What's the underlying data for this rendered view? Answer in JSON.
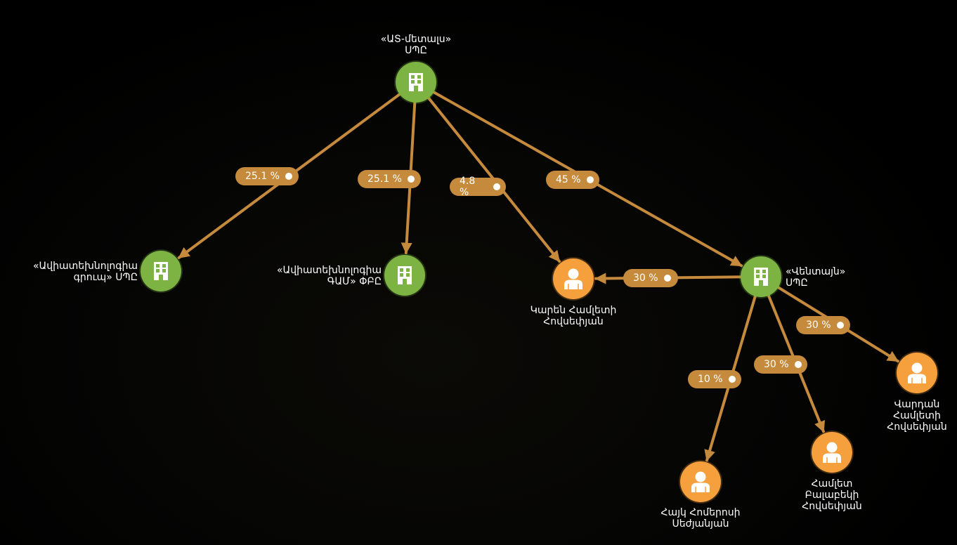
{
  "colors": {
    "company": "#7cb342",
    "person": "#f5a03c",
    "edge": "#c58a3c",
    "pill": "#c58a3c"
  },
  "nodes": [
    {
      "id": "as_metal",
      "type": "company",
      "icon": "building-icon",
      "label_lines": [
        "«ԱՏ-մետալս»",
        "ՍՊԸ"
      ]
    },
    {
      "id": "avia_group",
      "type": "company",
      "icon": "building-icon",
      "label_lines": [
        "«Ավիատեխնոլոգիա",
        "գրուպ» ՍՊԸ"
      ]
    },
    {
      "id": "avia_gam",
      "type": "company",
      "icon": "building-icon",
      "label_lines": [
        "«Ավիատեխնոլոգիա",
        "ԳԱՄ» ՓԲԸ"
      ]
    },
    {
      "id": "karen",
      "type": "person",
      "icon": "person-icon",
      "label_lines": [
        "Կարեն Համլետի",
        "Հովսեփյան"
      ]
    },
    {
      "id": "ventuyn",
      "type": "company",
      "icon": "building-icon",
      "label_lines": [
        "«Վենտայն»",
        "ՍՊԸ"
      ]
    },
    {
      "id": "vardan",
      "type": "person",
      "icon": "person-icon",
      "label_lines": [
        "Վարդան",
        "Համլետի",
        "Հովսեփյան"
      ]
    },
    {
      "id": "hamlet",
      "type": "person",
      "icon": "person-icon",
      "label_lines": [
        "Համլետ",
        "Բալաբեկի",
        "Հովսեփյան"
      ]
    },
    {
      "id": "hayk",
      "type": "person",
      "icon": "person-icon",
      "label_lines": [
        "Հայկ Հոմերոսի",
        "Սեժյանյան"
      ]
    }
  ],
  "edges": [
    {
      "from": "as_metal",
      "to": "avia_group",
      "share": "25.1 %"
    },
    {
      "from": "as_metal",
      "to": "avia_gam",
      "share": "25.1 %"
    },
    {
      "from": "as_metal",
      "to": "karen",
      "share": "4.8 %"
    },
    {
      "from": "as_metal",
      "to": "ventuyn",
      "share": "45 %"
    },
    {
      "from": "ventuyn",
      "to": "karen",
      "share": "30 %"
    },
    {
      "from": "ventuyn",
      "to": "vardan",
      "share": "30 %"
    },
    {
      "from": "ventuyn",
      "to": "hamlet",
      "share": "30 %"
    },
    {
      "from": "ventuyn",
      "to": "hayk",
      "share": "10 %"
    }
  ]
}
